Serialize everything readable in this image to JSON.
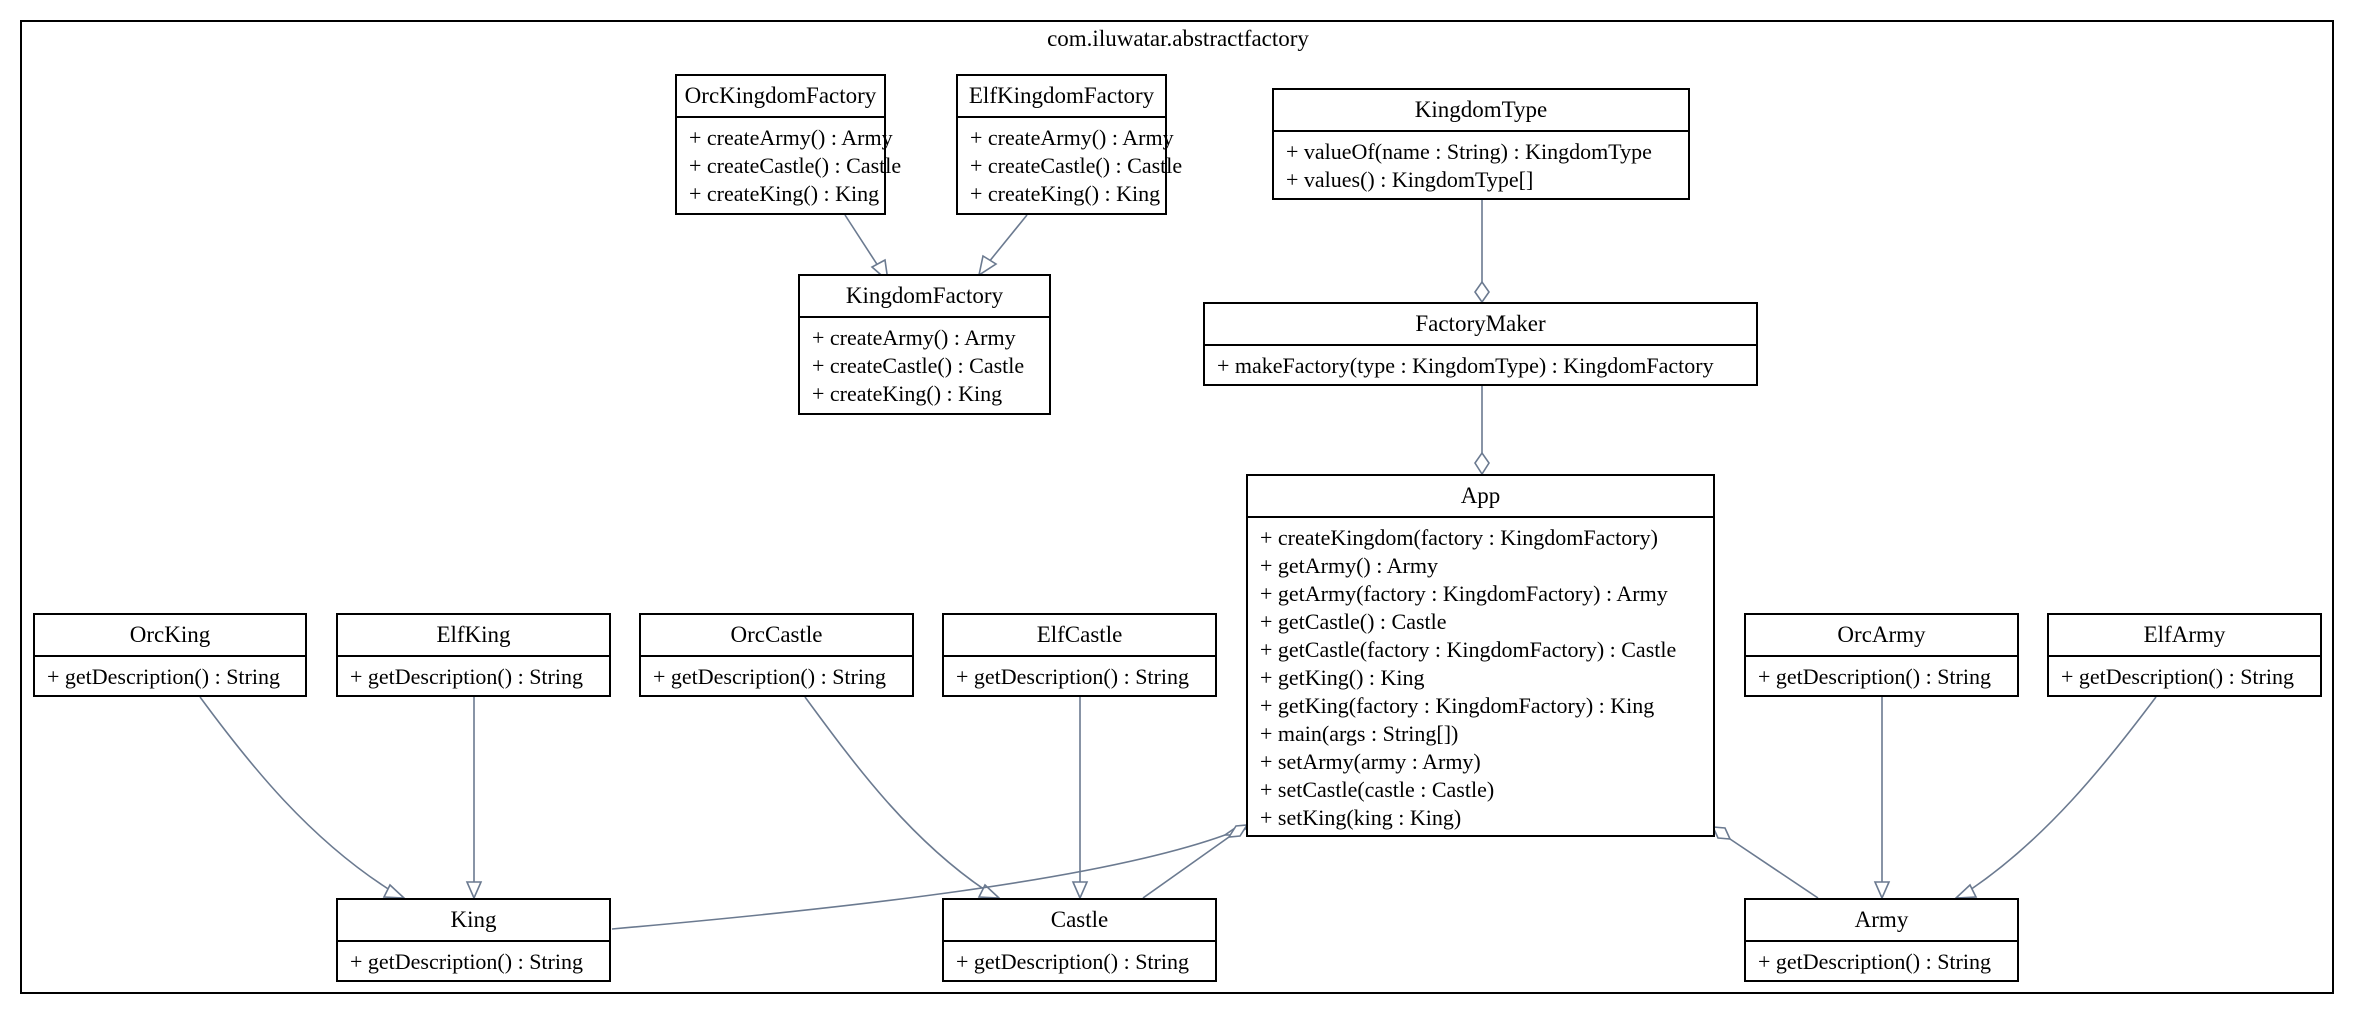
{
  "package": {
    "title": "com.iluwatar.abstractfactory"
  },
  "classes": {
    "orc_kingdom_factory": {
      "name": "OrcKingdomFactory",
      "members": [
        "+ createArmy() : Army",
        "+ createCastle() : Castle",
        "+ createKing() : King"
      ]
    },
    "elf_kingdom_factory": {
      "name": "ElfKingdomFactory",
      "members": [
        "+ createArmy() : Army",
        "+ createCastle() : Castle",
        "+ createKing() : King"
      ]
    },
    "kingdom_type": {
      "name": "KingdomType",
      "members": [
        "+ valueOf(name : String) : KingdomType",
        "+ values() : KingdomType[]"
      ]
    },
    "kingdom_factory": {
      "name": "KingdomFactory",
      "members": [
        "+ createArmy() : Army",
        "+ createCastle() : Castle",
        "+ createKing() : King"
      ]
    },
    "factory_maker": {
      "name": "FactoryMaker",
      "members": [
        "+ makeFactory(type : KingdomType) : KingdomFactory"
      ]
    },
    "app": {
      "name": "App",
      "members": [
        "+ createKingdom(factory : KingdomFactory)",
        "+ getArmy() : Army",
        "+ getArmy(factory : KingdomFactory) : Army",
        "+ getCastle() : Castle",
        "+ getCastle(factory : KingdomFactory) : Castle",
        "+ getKing() : King",
        "+ getKing(factory : KingdomFactory) : King",
        "+ main(args : String[])",
        "+ setArmy(army : Army)",
        "+ setCastle(castle : Castle)",
        "+ setKing(king : King)"
      ]
    },
    "orc_king": {
      "name": "OrcKing",
      "members": [
        "+ getDescription() : String"
      ]
    },
    "elf_king": {
      "name": "ElfKing",
      "members": [
        "+ getDescription() : String"
      ]
    },
    "orc_castle": {
      "name": "OrcCastle",
      "members": [
        "+ getDescription() : String"
      ]
    },
    "elf_castle": {
      "name": "ElfCastle",
      "members": [
        "+ getDescription() : String"
      ]
    },
    "orc_army": {
      "name": "OrcArmy",
      "members": [
        "+ getDescription() : String"
      ]
    },
    "elf_army": {
      "name": "ElfArmy",
      "members": [
        "+ getDescription() : String"
      ]
    },
    "king": {
      "name": "King",
      "members": [
        "+ getDescription() : String"
      ]
    },
    "castle": {
      "name": "Castle",
      "members": [
        "+ getDescription() : String"
      ]
    },
    "army": {
      "name": "Army",
      "members": [
        "+ getDescription() : String"
      ]
    }
  },
  "relations": [
    {
      "from": "orc_kingdom_factory",
      "to": "kingdom_factory",
      "kind": "generalization"
    },
    {
      "from": "elf_kingdom_factory",
      "to": "kingdom_factory",
      "kind": "generalization"
    },
    {
      "from": "kingdom_type",
      "to": "factory_maker",
      "kind": "aggregation"
    },
    {
      "from": "factory_maker",
      "to": "app",
      "kind": "aggregation"
    },
    {
      "from": "orc_king",
      "to": "king",
      "kind": "generalization"
    },
    {
      "from": "elf_king",
      "to": "king",
      "kind": "generalization"
    },
    {
      "from": "orc_castle",
      "to": "castle",
      "kind": "generalization"
    },
    {
      "from": "elf_castle",
      "to": "castle",
      "kind": "generalization"
    },
    {
      "from": "orc_army",
      "to": "army",
      "kind": "generalization"
    },
    {
      "from": "elf_army",
      "to": "army",
      "kind": "generalization"
    },
    {
      "from": "king",
      "to": "app",
      "kind": "aggregation"
    },
    {
      "from": "castle",
      "to": "app",
      "kind": "aggregation"
    },
    {
      "from": "army",
      "to": "app",
      "kind": "aggregation"
    }
  ]
}
